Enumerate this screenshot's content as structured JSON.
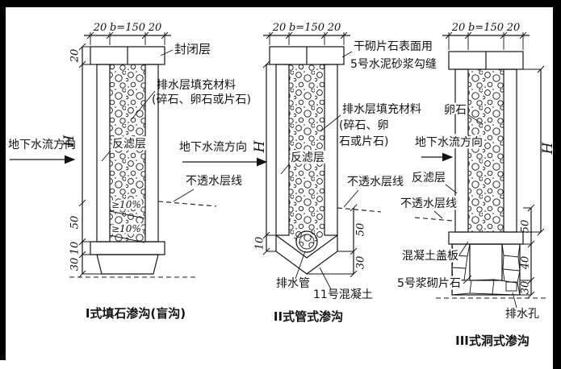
{
  "figure": {
    "type": "engineering-cross-section-diagram",
    "background": "#ffffff",
    "frame_color": "#000000",
    "line_color": "#141414"
  },
  "diagrams": [
    {
      "id": "type1",
      "caption": "I式填石渗沟(盲沟)"
    },
    {
      "id": "type2",
      "caption": "II式管式渗沟"
    },
    {
      "id": "type3",
      "caption": "III式洞式渗沟"
    }
  ],
  "dims": {
    "t20": "20",
    "b150": "b=150",
    "H": "H",
    "d50": "50",
    "d10": "10",
    "d30": "30",
    "d40": "40"
  },
  "labels": {
    "seal": "封闭层",
    "fill_line1": "排水层填充材料",
    "fill_paren_full": "(碎石、卵石或片石)",
    "fill_paren_a": "(碎石、卵",
    "fill_paren_b": "石或片石)",
    "flow": "地下水流方向",
    "filter": "反滤层",
    "impervious": "不透水层线",
    "slope": "≥10%",
    "cap_joint_1": "干砌片石表面用",
    "cap_joint_2": "5号水泥砂浆勾缝",
    "drain_pipe": "排水管",
    "concrete_11": "11号混凝土",
    "cobble": "卵石",
    "cover_slab": "混凝土盖板",
    "mortared_stone": "5号浆砌片石",
    "drain_hole": "排水孔"
  }
}
